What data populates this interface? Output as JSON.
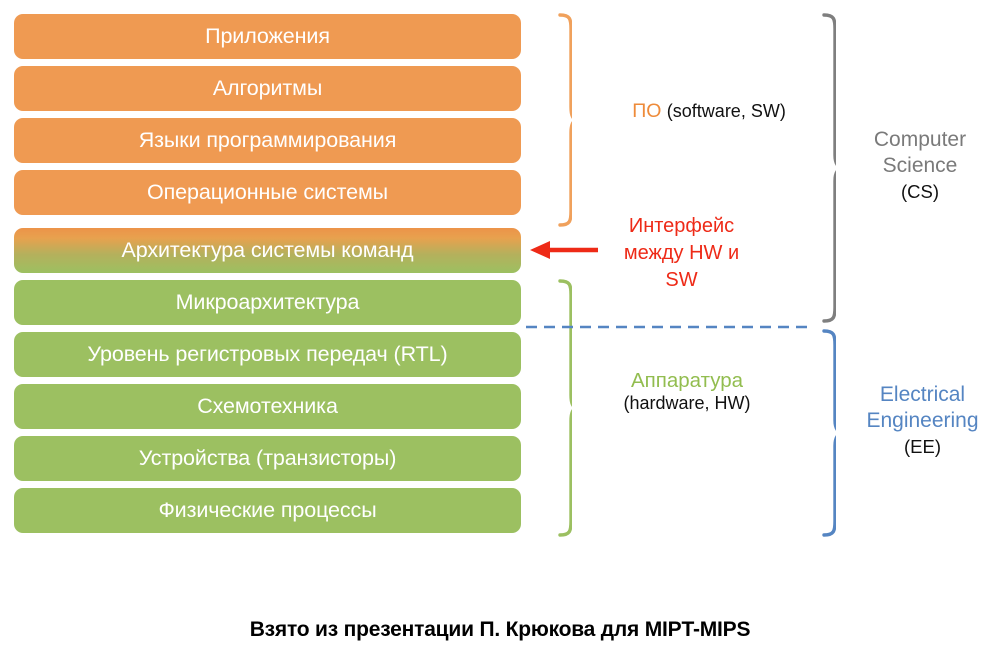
{
  "stack": {
    "layers": [
      {
        "label": "Приложения",
        "kind": "software"
      },
      {
        "label": "Алгоритмы",
        "kind": "software"
      },
      {
        "label": "Языки программирования",
        "kind": "software"
      },
      {
        "label": "Операционные системы",
        "kind": "software"
      },
      {
        "label": "Архитектура системы команд",
        "kind": "interface"
      },
      {
        "label": "Микроархитектура",
        "kind": "hardware"
      },
      {
        "label": "Уровень регистровых передач (RTL)",
        "kind": "hardware"
      },
      {
        "label": "Схемотехника",
        "kind": "hardware"
      },
      {
        "label": "Устройства (транзисторы)",
        "kind": "hardware"
      },
      {
        "label": "Физические процессы",
        "kind": "hardware"
      }
    ]
  },
  "annotations": {
    "software": {
      "keyword": "ПО",
      "detail": "(software, SW)"
    },
    "interface": {
      "line1": "Интерфейс",
      "line2": "между HW и",
      "line3": "SW"
    },
    "hardware": {
      "keyword": "Аппаратура",
      "detail": "(hardware, HW)"
    },
    "computer_science": {
      "line1": "Computer",
      "line2": "Science",
      "abbrev": "(CS)"
    },
    "electrical_engineering": {
      "line1": "Electrical",
      "line2": "Engineering",
      "abbrev": "(EE)"
    }
  },
  "caption": "Взято из презентации П. Крюкова для MIPT-MIPS",
  "colors": {
    "software_box": "#ef9a52",
    "hardware_box": "#9cc061",
    "software_brace": "#f0a15c",
    "hardware_brace": "#9cc061",
    "cs_brace": "#7f7f7f",
    "ee_brace": "#5585c2",
    "interface_arrow": "#ee2a17",
    "divider_dash": "#5585c2"
  }
}
